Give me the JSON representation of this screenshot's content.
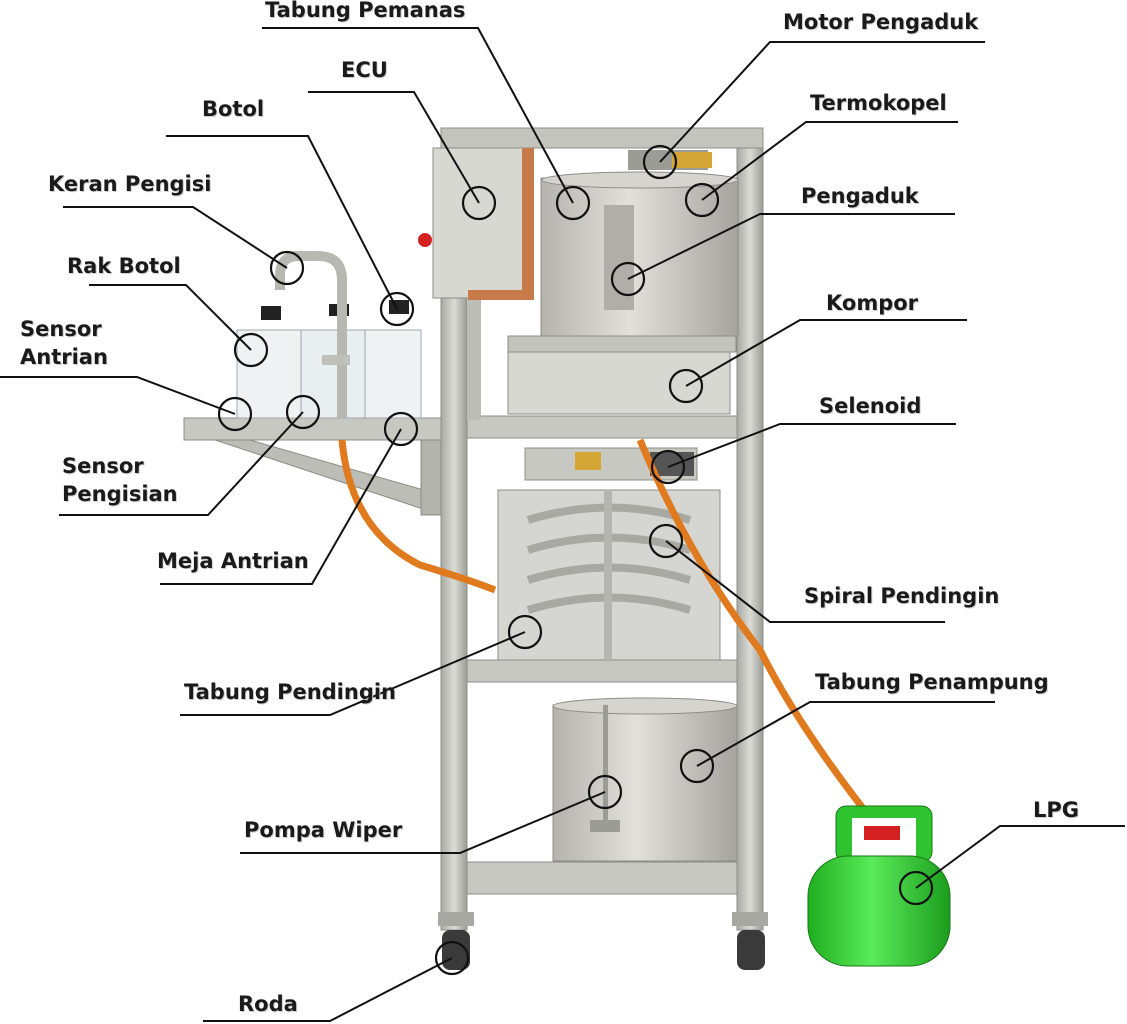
{
  "labels": {
    "tabung_pemanas": "Tabung Pemanas",
    "motor_pengaduk": "Motor Pengaduk",
    "ecu": "ECU",
    "termokopel": "Termokopel",
    "botol": "Botol",
    "pengaduk": "Pengaduk",
    "keran_pengisi": "Keran Pengisi",
    "rak_botol": "Rak Botol",
    "kompor": "Kompor",
    "sensor_antrian_1": "Sensor",
    "sensor_antrian_2": "Antrian",
    "selenoid": "Selenoid",
    "sensor_pengisian_1": "Sensor",
    "sensor_pengisian_2": "Pengisian",
    "meja_antrian": "Meja Antrian",
    "spiral_pendingin": "Spiral Pendingin",
    "tabung_pendingin": "Tabung Pendingin",
    "tabung_penampung": "Tabung Penampung",
    "lpg": "LPG",
    "pompa_wiper": "Pompa Wiper",
    "roda": "Roda"
  },
  "colors": {
    "frame": "#b9b9b3",
    "frame_dark": "#8e8e88",
    "tank": "#c8c6c0",
    "hose": "#e07a1e",
    "lpg_green": "#3fd23f",
    "ecu_panel": "#c97a4a",
    "knob_red": "#d42020"
  }
}
